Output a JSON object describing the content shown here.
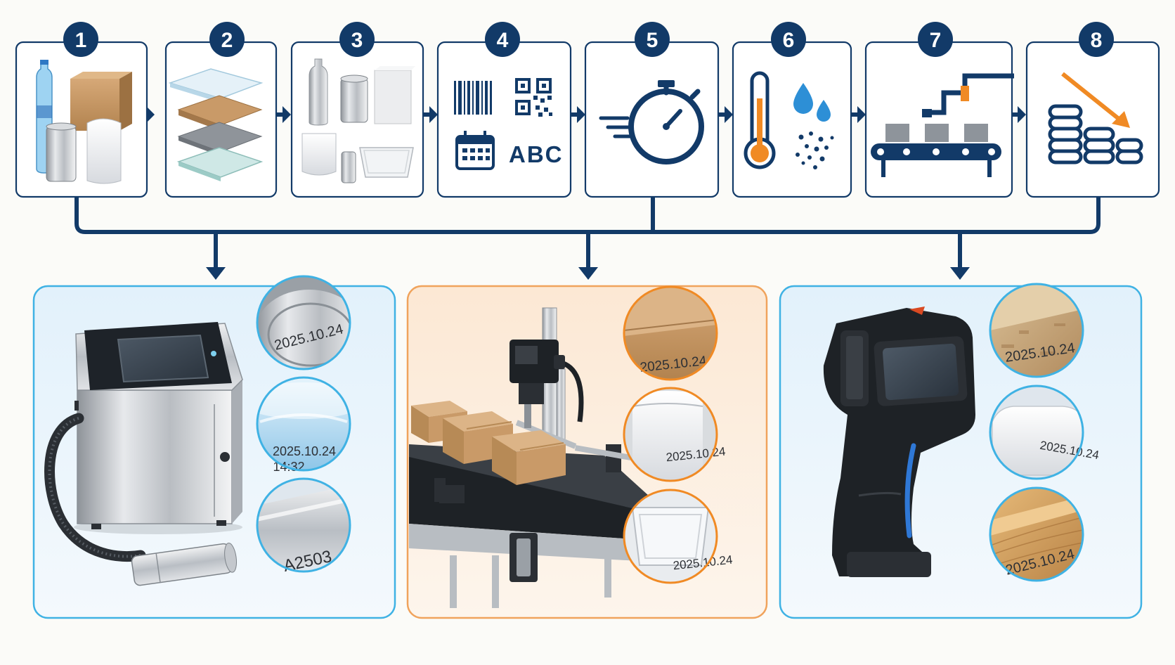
{
  "steps": [
    {
      "number": "1",
      "icon": "packaging-materials-icon"
    },
    {
      "number": "2",
      "icon": "surface-layers-icon"
    },
    {
      "number": "3",
      "icon": "container-shapes-icon"
    },
    {
      "number": "4",
      "icon": "code-content-icon"
    },
    {
      "number": "5",
      "icon": "stopwatch-speed-icon"
    },
    {
      "number": "6",
      "icon": "temperature-humidity-dust-icon"
    },
    {
      "number": "7",
      "icon": "production-line-integration-icon"
    },
    {
      "number": "8",
      "icon": "falling-cost-coins-icon"
    }
  ],
  "step4": {
    "abc_label": "ABC"
  },
  "printers": [
    {
      "icon": "cij-printer-icon",
      "samples": [
        {
          "icon": "can-lid-sample-icon",
          "text": "2025.10.24"
        },
        {
          "icon": "plastic-bottle-sample-icon",
          "text": "2025.10.24",
          "text2": "14:32"
        },
        {
          "icon": "metal-pipe-sample-icon",
          "text": "A2503"
        }
      ]
    },
    {
      "icon": "conveyor-printer-icon",
      "samples": [
        {
          "icon": "carton-box-sample-icon",
          "text": "2025.10.24"
        },
        {
          "icon": "foil-pouch-sample-icon",
          "text": "2025.10.24"
        },
        {
          "icon": "plastic-tray-sample-icon",
          "text": "2025.10.24"
        }
      ]
    },
    {
      "icon": "handheld-printer-icon",
      "samples": [
        {
          "icon": "osb-board-sample-icon",
          "text": "2025.10.24"
        },
        {
          "icon": "white-plastic-sample-icon",
          "text": "2025.10.24"
        },
        {
          "icon": "timber-sample-icon",
          "text": "2025.10.24"
        }
      ]
    }
  ],
  "colors": {
    "navy": "#123a68",
    "orange": "#f08a24",
    "panel_blue_border": "#3fb2e4",
    "panel_orange_border": "#f0a35c"
  }
}
